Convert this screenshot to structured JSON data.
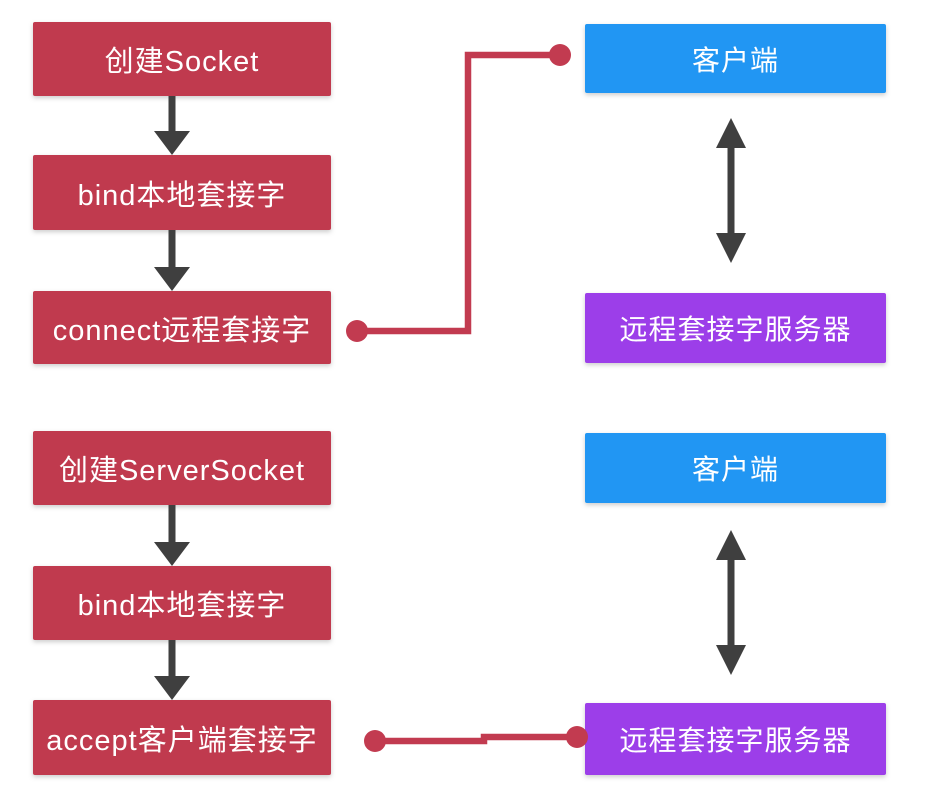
{
  "colors": {
    "box_red": "#c03a4e",
    "box_blue": "#2196f3",
    "box_purple": "#9c3ee9",
    "arrow_dark": "#3f3f3f",
    "connector_red": "#c23b50",
    "text": "#ffffff",
    "background": "#ffffff"
  },
  "client_flow": {
    "steps": [
      {
        "label": "创建Socket"
      },
      {
        "label": "bind本地套接字"
      },
      {
        "label": "connect远程套接字"
      }
    ],
    "client_box": {
      "label": "客户端"
    },
    "server_box": {
      "label": "远程套接字服务器"
    }
  },
  "server_flow": {
    "steps": [
      {
        "label": "创建ServerSocket"
      },
      {
        "label": "bind本地套接字"
      },
      {
        "label": "accept客户端套接字"
      }
    ],
    "client_box": {
      "label": "客户端"
    },
    "server_box": {
      "label": "远程套接字服务器"
    }
  }
}
